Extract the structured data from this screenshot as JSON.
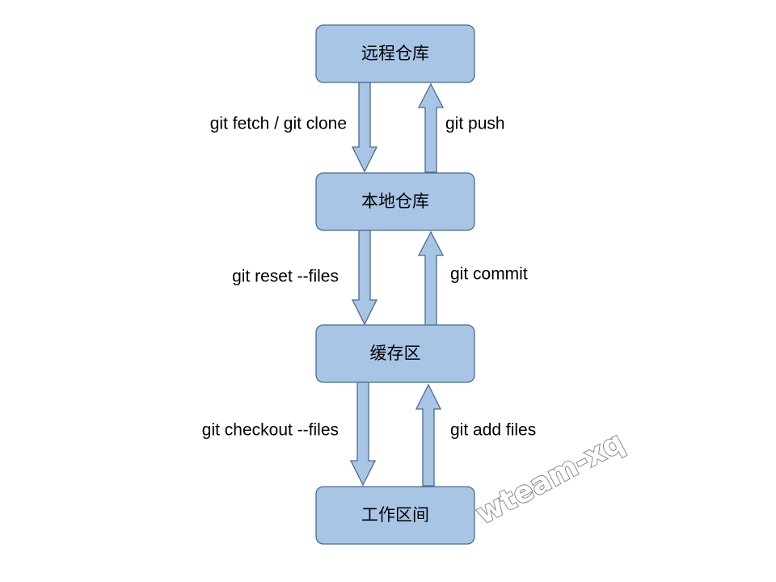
{
  "boxes": {
    "remote": "远程仓库",
    "local": "本地仓库",
    "staging": "缓存区",
    "workspace": "工作区间"
  },
  "commands": {
    "fetch_clone": "git fetch / git clone",
    "push": "git push",
    "reset": "git reset  --files",
    "commit": "git commit",
    "checkout": "git checkout  --files",
    "add": "git add files"
  },
  "watermark": "wteam-xq",
  "colors": {
    "box_fill": "#a9c5e6",
    "box_border": "#4d6a8c"
  }
}
